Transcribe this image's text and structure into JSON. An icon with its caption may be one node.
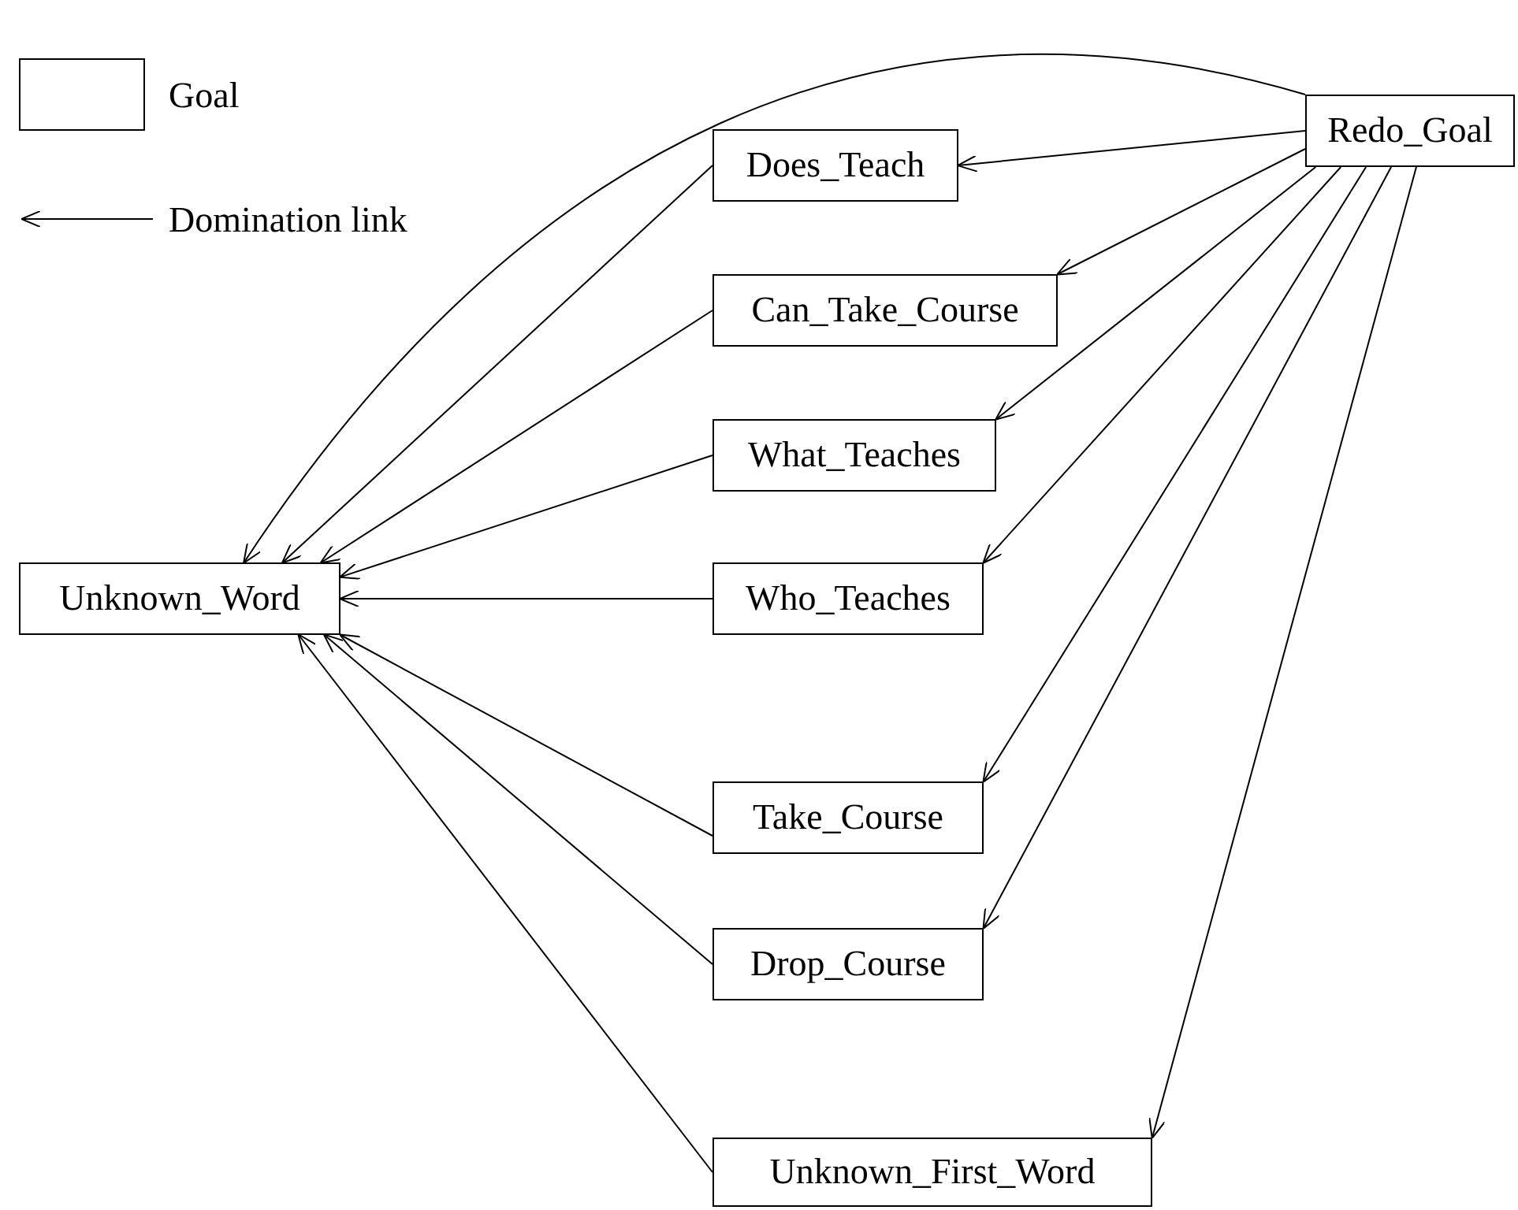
{
  "diagram": {
    "nodes": [
      {
        "text": [
          "Redo_Goal"
        ]
      },
      {
        "text": [
          "Does_Teach"
        ]
      },
      {
        "text": [
          "Can_Take_Course"
        ]
      },
      {
        "text": [
          "What_Teaches"
        ]
      },
      {
        "text": [
          "Who_Teaches"
        ]
      },
      {
        "text": [
          "Unknown_Word"
        ]
      },
      {
        "text": [
          "Take_Course"
        ]
      },
      {
        "text": [
          "Drop_Course"
        ]
      },
      {
        "text": [
          "Unknown_First_Word"
        ]
      }
    ],
    "edges": [
      {
        "from": 0,
        "to": 1,
        "arrow": "to"
      },
      {
        "from": 0,
        "to": 2,
        "arrow": "to"
      },
      {
        "from": 0,
        "to": 3,
        "arrow": "to"
      },
      {
        "from": 0,
        "to": 4,
        "arrow": "to"
      },
      {
        "from": 0,
        "to": 6,
        "arrow": "to"
      },
      {
        "from": 0,
        "to": 7,
        "arrow": "to"
      },
      {
        "from": 0,
        "to": 8,
        "arrow": "to"
      },
      {
        "from": 0,
        "to": 5,
        "arrow": "to"
      },
      {
        "from": 1,
        "to": 5,
        "arrow": "to"
      },
      {
        "from": 2,
        "to": 5,
        "arrow": "to"
      },
      {
        "from": 3,
        "to": 5,
        "arrow": "to"
      },
      {
        "from": 4,
        "to": 5,
        "arrow": "to"
      },
      {
        "from": 6,
        "to": 5,
        "arrow": "to"
      },
      {
        "from": 7,
        "to": 5,
        "arrow": "to"
      },
      {
        "from": 8,
        "to": 5,
        "arrow": "to"
      }
    ],
    "legend": [
      {
        "text": "Goal"
      },
      {
        "text": "Domination link"
      }
    ]
  }
}
